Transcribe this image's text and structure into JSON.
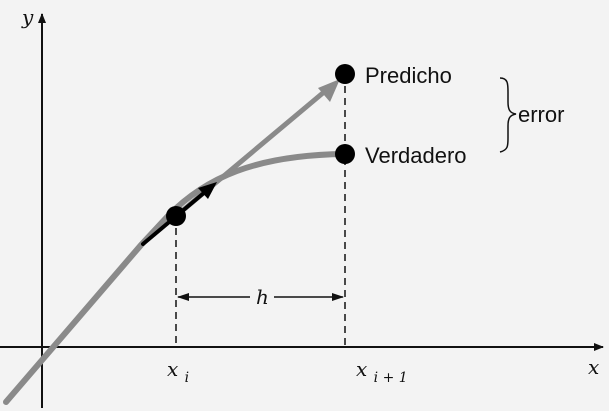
{
  "diagram": {
    "axes": {
      "x_label": "x",
      "y_label": "y"
    },
    "points": {
      "predicted_label": "Predicho",
      "true_label": "Verdadero"
    },
    "error_label": "error",
    "step_label": "h",
    "tick_labels": {
      "xi_base": "x",
      "xi_sub": "i",
      "xi1_base": "x",
      "xi1_sub": "i + 1"
    }
  },
  "colors": {
    "background": "#f3f3f3",
    "curve": "#8a8a8a",
    "axis": "#111111",
    "point": "#000000",
    "tangent": "#000000"
  }
}
